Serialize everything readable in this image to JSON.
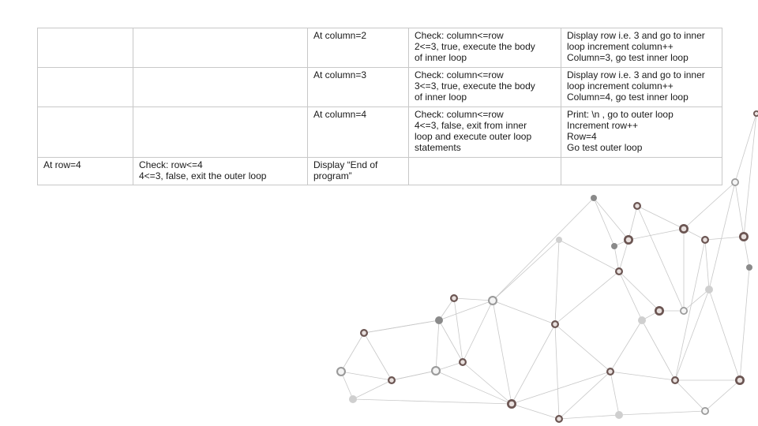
{
  "slide": {
    "table": {
      "rows": [
        {
          "cells": [
            [],
            [],
            [
              "At column=2"
            ],
            [
              "Check: column<=row",
              "2<=3, true, execute the body",
              "of inner loop"
            ],
            [
              "Display row i.e. 3 and go to inner",
              "loop increment column++",
              "Column=3, go test inner loop"
            ]
          ]
        },
        {
          "cells": [
            [],
            [],
            [
              "At column=3"
            ],
            [
              "Check: column<=row",
              "3<=3, true, execute the body",
              "of inner loop"
            ],
            [
              "Display row i.e. 3 and go to inner",
              "loop increment column++",
              "Column=4, go test inner loop"
            ]
          ]
        },
        {
          "cells": [
            [],
            [],
            [
              "At column=4"
            ],
            [
              "Check: column<=row",
              "4<=3, false, exit from inner",
              "loop and execute outer loop",
              "statements"
            ],
            [
              "Print: \\n ,  go to outer loop",
              "Increment row++",
              "Row=4",
              "Go test outer loop"
            ]
          ]
        },
        {
          "cells": [
            [
              "At row=4"
            ],
            [
              "Check: row<=4",
              "4<=3, false, exit the outer loop"
            ],
            [
              "Display “End of",
              "program”"
            ],
            [],
            []
          ]
        }
      ]
    },
    "decoration": {
      "name": "network-graph",
      "line_color": "#c8c8c8",
      "node_colors": [
        "#6b5552",
        "#e8e0de",
        "#cfcfcf",
        "#8a8a8a"
      ]
    }
  }
}
